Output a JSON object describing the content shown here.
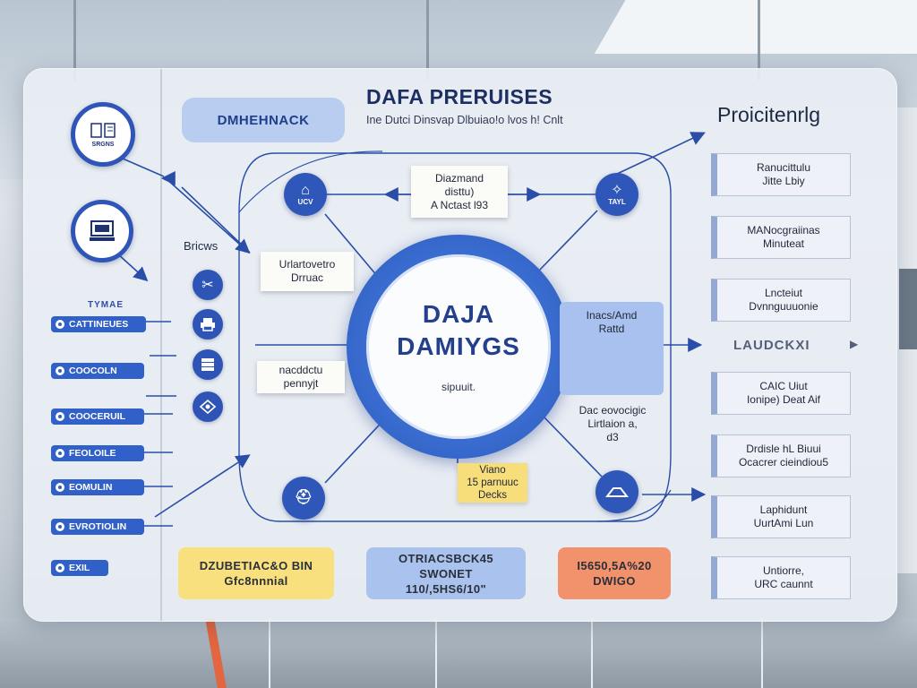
{
  "header": {
    "pill_label": "DMHEHNACK",
    "title": "DAFA PRERUISES",
    "subtitle": "Ine Dutci Dinsvap Dlbuiao!o lvos h! Cnlt",
    "right_title": "Proicitenrlg"
  },
  "left_panel": {
    "book_icon_label": "SRGNS",
    "heading": "TYMAE",
    "items": [
      {
        "label": "CATTINEUES"
      },
      {
        "label": "COOCOLN"
      },
      {
        "label": "COOCERUIL"
      },
      {
        "label": "FEOLOILE"
      },
      {
        "label": "EOMULIN"
      },
      {
        "label": "EVROTIOLIN"
      },
      {
        "label": "EXIL"
      }
    ]
  },
  "diagram": {
    "io_label": "Bricws",
    "hub": {
      "line1": "DAJA",
      "line2": "DAMIYGS",
      "sub": "sipuuit."
    },
    "top_center_card": {
      "line1": "Diazmand",
      "line2": "disttu)",
      "line3": "A Nctast l93"
    },
    "node_top_left": "UCV",
    "node_top_right": "TAYL",
    "card_left_1": {
      "line1": "Urlartovetro",
      "line2": "Drruac"
    },
    "card_left_2": {
      "line1": "nacddctu",
      "line2": "pennyjt"
    },
    "card_right_blue": {
      "line1": "Inacs/Amd",
      "line2": "Rattd"
    },
    "text_right_lower": {
      "line1": "Dac eovocigic",
      "line2": "Lirtlaion a,",
      "line3": "d3"
    },
    "yellow_note": {
      "line1": "Viano",
      "line2": "15 parnuuc",
      "line3": "Decks"
    }
  },
  "bottom": {
    "yellow": {
      "line1": "DZUBETIAC&O BIN",
      "line2": "Gfc8nnnial",
      "color": "#f8e07f"
    },
    "blue": {
      "line1": "OTRIACSBCK45",
      "line2": "SWONET",
      "line3": "110/,5HS6/10\"",
      "color": "#a9c3ee"
    },
    "red": {
      "line1": "I5650,5A%20",
      "line2": "DWIGO",
      "color": "#f2926d"
    }
  },
  "outputs": {
    "items": [
      {
        "line1": "Ranucittulu",
        "line2": "Jitte Lbiy"
      },
      {
        "line1": "MANocgraiinas",
        "line2": "Minuteat"
      },
      {
        "line1": "Lncteiut",
        "line2": "Dvnnguuuonie"
      },
      {
        "line1": "CAIC Uiut",
        "line2": "Ionipe) Deat Aif"
      },
      {
        "line1": "Drdisle hL Biuui",
        "line2": "Ocacrer cieindiou5"
      },
      {
        "line1": "Laphidunt",
        "line2": "UurtAmi Lun"
      },
      {
        "line1": "Untiorre,",
        "line2": "URC caunnt"
      }
    ],
    "center_label": "LAUDCKXI"
  }
}
